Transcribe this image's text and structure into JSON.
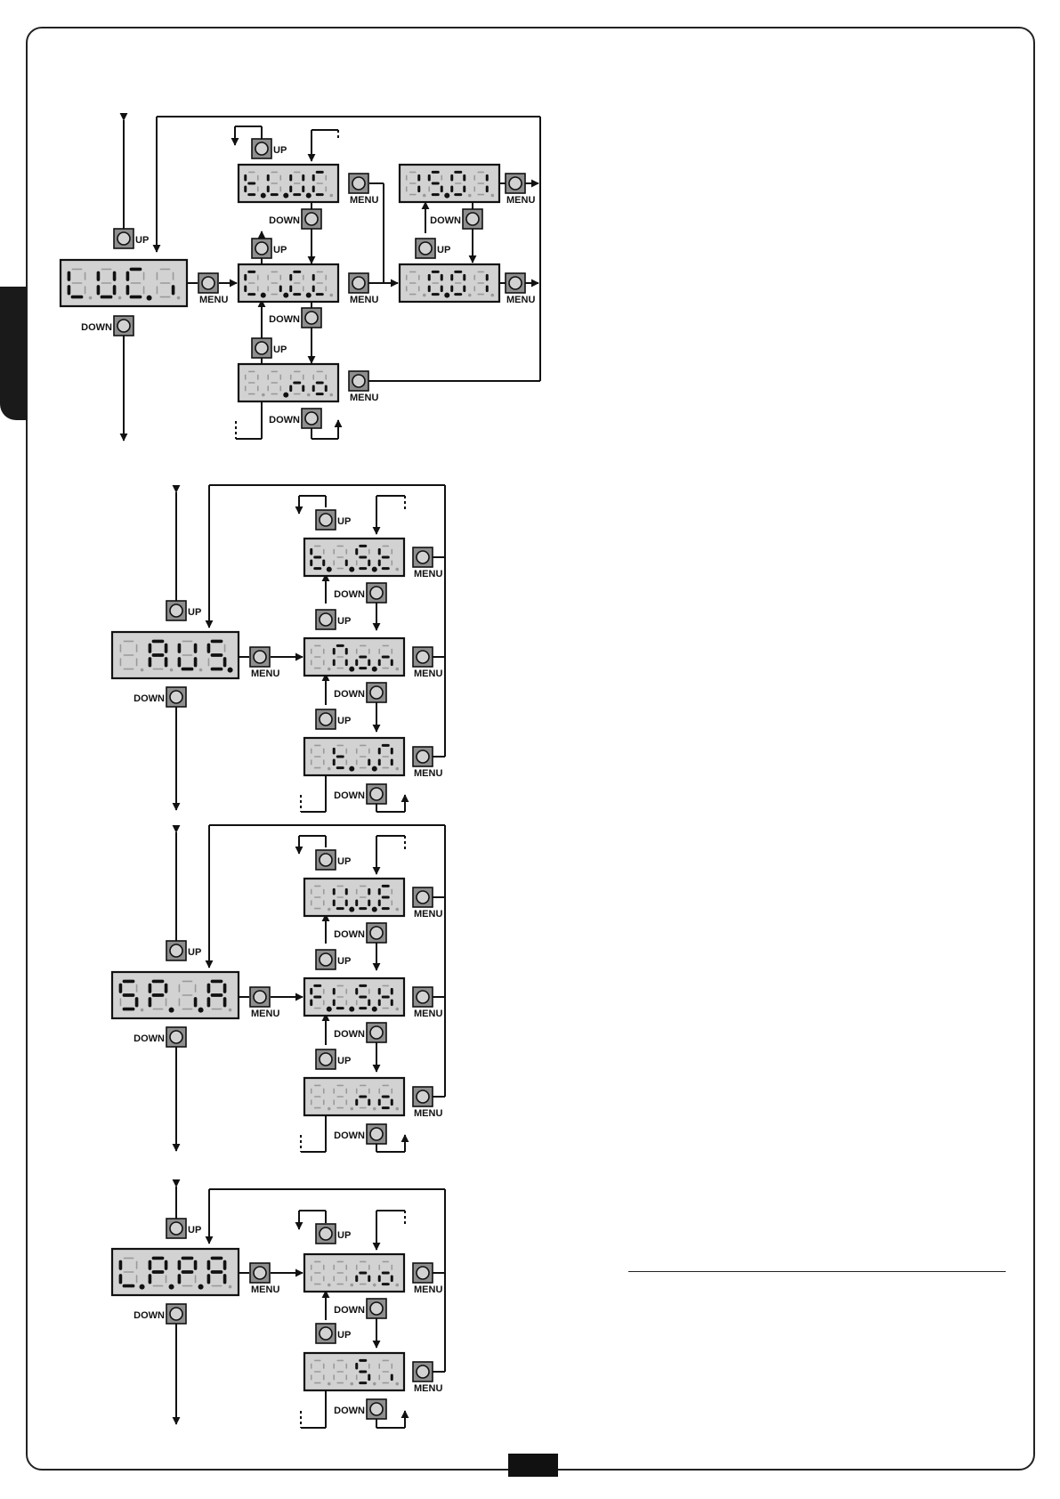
{
  "labels": {
    "up": "UP",
    "down": "DOWN",
    "menu": "MENU"
  },
  "colors": {
    "display_bg": "#d2d2d2",
    "button_bg": "#8e8e8e",
    "segment_on": "#111111",
    "segment_off": "#9a9a9a",
    "line": "#111111"
  },
  "menus": [
    {
      "id": "luci",
      "main": "LUC.i",
      "options": [
        {
          "code": "t.L.U.C",
          "values": [
            "15.01",
            "0.01"
          ]
        },
        {
          "code": "C.i.C.L"
        },
        {
          "code": ".no"
        }
      ]
    },
    {
      "id": "aus",
      "main": "AUS.",
      "options": [
        {
          "code": "b.i.S.t"
        },
        {
          "code": "M.o.n"
        },
        {
          "code": "t.i.M"
        }
      ]
    },
    {
      "id": "spia",
      "main": "SP.i.A",
      "options": [
        {
          "code": "W.J.E"
        },
        {
          "code": "F.L.S.H"
        },
        {
          "code": "no"
        }
      ]
    },
    {
      "id": "lpp",
      "main": "L.P.P.A",
      "options": [
        {
          "code": "no"
        },
        {
          "code": "Si"
        }
      ]
    }
  ]
}
